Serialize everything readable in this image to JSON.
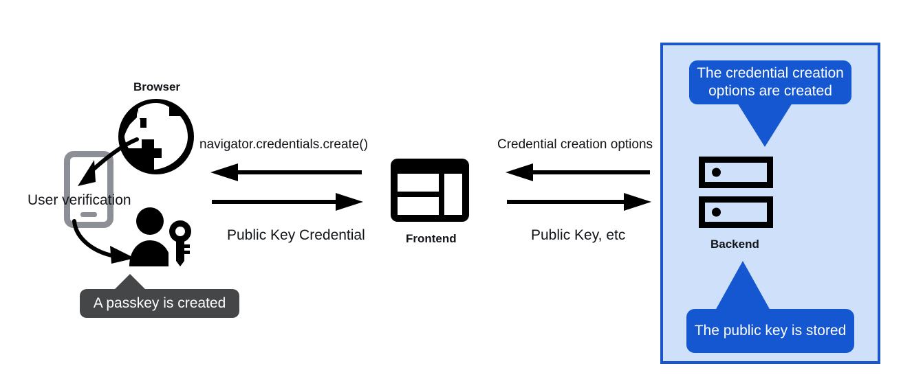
{
  "diagram": {
    "title": "WebAuthn passkey registration flow",
    "colors": {
      "panel_fill": "#cfe0fb",
      "panel_border": "#1a56c8",
      "callout_blue": "#1557d0",
      "callout_dark": "#444648",
      "icon_black": "#000000",
      "phone_gray": "#8c9096",
      "background": "#ffffff"
    }
  },
  "client": {
    "browser_label": "Browser",
    "browser_icon": "globe-icon",
    "phone_icon": "mobile-phone-icon",
    "user_verification_label": "User verification",
    "person_key_icon": "person-with-key-icon",
    "passkey_callout": "A passkey is created"
  },
  "frontend": {
    "label": "Frontend",
    "icon": "browser-window-layout-icon"
  },
  "backend": {
    "label": "Backend",
    "icon": "server-rack-icon",
    "callout_top": "The credential creation options are created",
    "callout_bottom": "The public key is stored"
  },
  "flows": {
    "browser_to_frontend": {
      "inbound_label": "navigator.credentials.create()",
      "outbound_label": "Public Key Credential"
    },
    "frontend_to_backend": {
      "inbound_label": "Credential creation options",
      "outbound_label": "Public Key, etc"
    }
  }
}
